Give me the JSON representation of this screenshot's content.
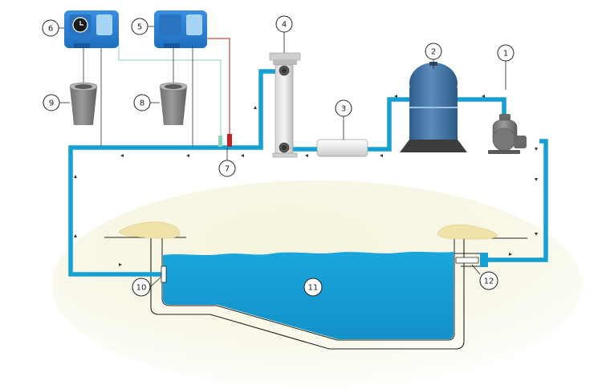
{
  "labels": {
    "1": "1",
    "2": "2",
    "3": "3",
    "4": "4",
    "5": "5",
    "6": "6",
    "7": "7",
    "8": "8",
    "9": "9",
    "10": "10",
    "11": "11",
    "12": "12"
  },
  "components": {
    "pump": "pump-icon",
    "sand_filter": "filter-tank-icon",
    "cartridge": "cartridge-filter-icon",
    "uv_lamp": "uv-lamp-icon",
    "controller_5": "dosing-controller-icon",
    "controller_6": "dosing-controller-icon",
    "canister_8": "chemical-canister-icon",
    "canister_9": "chemical-canister-icon",
    "sensor_probes": "sensor-probe-icon",
    "inlet": "inlet-nozzle-icon",
    "pool": "pool-basin-icon",
    "skimmer": "skimmer-icon"
  },
  "colors": {
    "pipe": "#14a0d4",
    "water": "#19a3d6",
    "device_blue": "#1f7fd0",
    "probe_green": "#88d4b4",
    "probe_red": "#c81e1e",
    "signal_green": "#88d4b4",
    "signal_red": "#c81e1e"
  }
}
